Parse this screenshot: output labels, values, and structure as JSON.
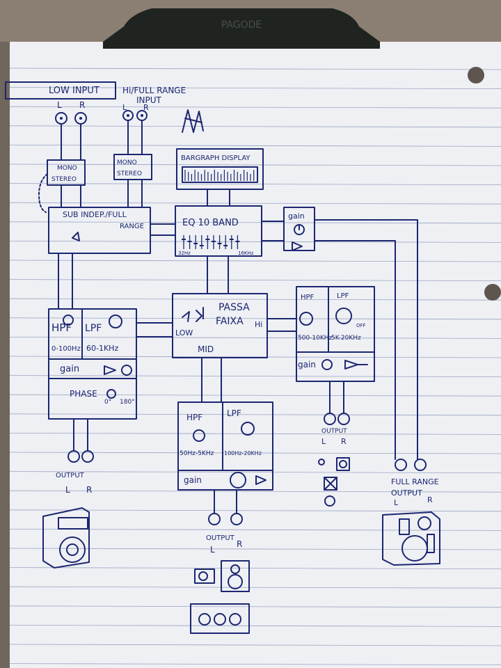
{
  "clip_brand": "PAGODE",
  "inputs": {
    "low_title": "LOW INPUT",
    "low_l": "L",
    "low_r": "R",
    "hi_title_1": "Hi/FULL RANGE",
    "hi_title_2": "INPUT",
    "hi_l": "L",
    "hi_r": "R"
  },
  "mono_left": {
    "line1": "MONO",
    "line2": "STEREO"
  },
  "mono_right": {
    "line1": "MONO",
    "line2": "STEREO"
  },
  "bargraph": {
    "label": "BARGRAPH DISPLAY"
  },
  "sub_block": {
    "line1": "SUB INDEP./FULL",
    "line2": "RANGE"
  },
  "eq": {
    "label": "EQ 10 BAND",
    "low": "32Hz",
    "high": "16KHz"
  },
  "gain_top": {
    "label": "gain"
  },
  "crossover": {
    "line1": "PASSA",
    "line2": "FAIXA",
    "low": "LOW",
    "mid": "MID",
    "hi": "Hi"
  },
  "low_module": {
    "hpf": "HPF",
    "hpf_range": "0-100Hz",
    "lpf": "LPF",
    "lpf_range": "60-1KHz",
    "gain": "gain",
    "phase": "PHASE",
    "phase_0": "0°",
    "phase_180": "180°",
    "out_label": "OUTPUT",
    "out_l": "L",
    "out_r": "R"
  },
  "mid_module": {
    "hpf": "HPF",
    "hpf_range": "50Hz-5KHz",
    "lpf": "LPF",
    "lpf_range": "100Hz-20KHz",
    "gain": "gain",
    "out_label": "OUTPUT",
    "out_l": "L",
    "out_r": "R"
  },
  "hi_module": {
    "hpf": "HPF",
    "hpf_range": "500-10KHz",
    "lpf": "LPF",
    "lpf_range": "5K-20KHz",
    "lpf_off": "OFF",
    "gain": "gain",
    "out_label": "OUTPUT",
    "out_l": "L",
    "out_r": "R"
  },
  "full_range_out": {
    "line1": "FULL RANGE",
    "line2": "OUTPUT",
    "l": "L",
    "r": "R"
  },
  "colors": {
    "ink": "#1c2670",
    "paper": "#eef0f4",
    "rule": "#9aa4c0",
    "clip": "#1f2421",
    "table": "#7a6f63"
  },
  "icons": [
    "hole-punch-icon",
    "jack-icon",
    "knob-icon",
    "speaker-icon",
    "tweeter-icon",
    "fader-icon"
  ]
}
